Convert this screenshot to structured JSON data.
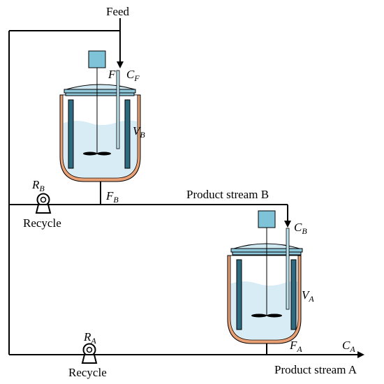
{
  "diagram": {
    "labels": {
      "feed": "Feed",
      "product_stream_b": "Product stream B",
      "product_stream_a": "Product stream A",
      "recycle_b": "Recycle",
      "recycle_a": "Recycle"
    },
    "symbols": {
      "flow_feed": "F",
      "conc_feed": {
        "main": "C",
        "sub": "F"
      },
      "vol_b": {
        "main": "V",
        "sub": "B"
      },
      "flow_b": {
        "main": "F",
        "sub": "B"
      },
      "recycle_rate_b": {
        "main": "R",
        "sub": "B"
      },
      "conc_b": {
        "main": "C",
        "sub": "B"
      },
      "vol_a": {
        "main": "V",
        "sub": "A"
      },
      "flow_a": {
        "main": "F",
        "sub": "A"
      },
      "recycle_rate_a": {
        "main": "R",
        "sub": "A"
      },
      "conc_a": {
        "main": "C",
        "sub": "A"
      }
    },
    "colors": {
      "line": "#000000",
      "liquid": "#d8ecf5",
      "vessel_wall": "#e8a074",
      "jacket": "#2e6b80",
      "lid": "#8ec6da",
      "motor": "#7fc3d8",
      "probe": "#bfe3ee"
    }
  }
}
